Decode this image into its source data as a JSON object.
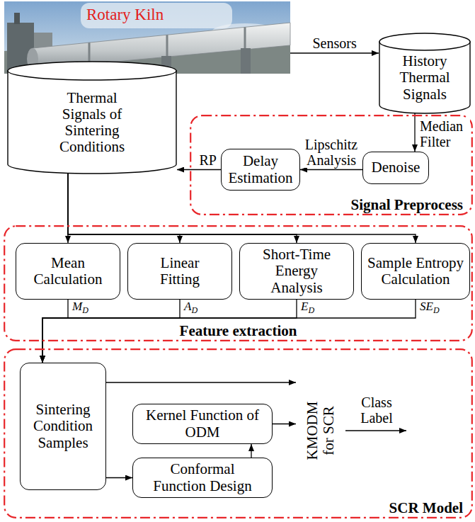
{
  "diagram": {
    "nodes": [
      {
        "text": [
          "Rotary Kiln"
        ]
      },
      {
        "text": [
          "History Thermal Signals"
        ]
      },
      {
        "text": [
          "Thermal Signals of Sintering Conditions"
        ]
      },
      {
        "text": [
          "Signal Preprocess"
        ]
      },
      {
        "text": [
          "Delay Estimation"
        ],
        "in": 3
      },
      {
        "text": [
          "Denoise"
        ],
        "in": 3
      },
      {
        "text": [
          "Feature extraction"
        ]
      },
      {
        "text": [
          "Mean Calculation"
        ],
        "in": 6
      },
      {
        "text": [
          "Linear Fitting"
        ],
        "in": 6
      },
      {
        "text": [
          "Short-Time Energy Analysis"
        ],
        "in": 6
      },
      {
        "text": [
          "Sample Entropy Calculation"
        ],
        "in": 6
      },
      {
        "text": [
          "SCR Model"
        ]
      },
      {
        "text": [
          "Sintering Condition Samples"
        ],
        "in": 11
      },
      {
        "text": [
          "Kernel Function of ODM"
        ],
        "in": 11
      },
      {
        "text": [
          "Conformal Function Design"
        ],
        "in": 11
      },
      {
        "text": [
          "KMODM for SCR"
        ],
        "in": 11
      }
    ],
    "edges": [
      {
        "from": 0,
        "to": 1,
        "arrow": "to",
        "label": "Sensors"
      },
      {
        "from": 1,
        "to": 5,
        "arrow": "to",
        "label": "Median Filter"
      },
      {
        "from": 5,
        "to": 4,
        "arrow": "to",
        "label": "Lipschitz Analysis"
      },
      {
        "from": 4,
        "to": 2,
        "arrow": "to",
        "label": "RP"
      },
      {
        "from": 2,
        "to": 7,
        "arrow": "to"
      },
      {
        "from": 2,
        "to": 8,
        "arrow": "to"
      },
      {
        "from": 2,
        "to": 9,
        "arrow": "to"
      },
      {
        "from": 2,
        "to": 10,
        "arrow": "to"
      },
      {
        "from": 7,
        "to": 12,
        "arrow": "to",
        "label": "MD"
      },
      {
        "from": 8,
        "to": 12,
        "arrow": "to",
        "label": "AD"
      },
      {
        "from": 9,
        "to": 12,
        "arrow": "to",
        "label": "ED"
      },
      {
        "from": 10,
        "to": 12,
        "arrow": "to",
        "label": "SED"
      },
      {
        "from": 12,
        "to": 15,
        "arrow": "to"
      },
      {
        "from": 12,
        "to": 14,
        "arrow": "to"
      },
      {
        "from": 14,
        "to": 13,
        "arrow": "to"
      },
      {
        "from": 13,
        "to": 15,
        "arrow": "to"
      }
    ],
    "labels": [
      "Class Label"
    ]
  }
}
